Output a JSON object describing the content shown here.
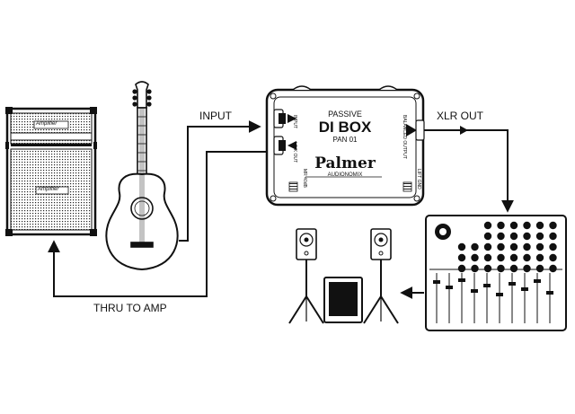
{
  "labels": {
    "input": "INPUT",
    "xlr_out": "XLR OUT",
    "thru_to_amp": "THRU TO AMP"
  },
  "dibox": {
    "type": "PASSIVE",
    "name": "DI BOX",
    "model": "PAN 01",
    "brand": "Palmer",
    "sub": "AUDIONOMIX",
    "jack_input": "INPUT",
    "jack_link": "LINK OUT",
    "jack_balanced": "BALANCED OUTPUT",
    "switch_left": "MR 40dB",
    "switch_right": "LIFT GND"
  },
  "cabinet": {
    "badge": "Amplifier"
  }
}
